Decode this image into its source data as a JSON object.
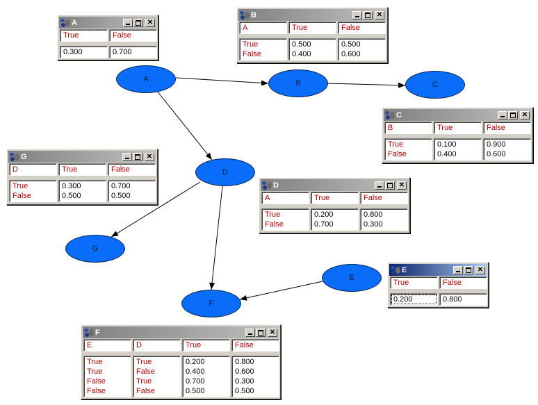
{
  "nodes": [
    {
      "id": "A",
      "label": "A"
    },
    {
      "id": "B",
      "label": "B"
    },
    {
      "id": "C",
      "label": "C"
    },
    {
      "id": "D",
      "label": "D"
    },
    {
      "id": "G",
      "label": "G"
    },
    {
      "id": "E",
      "label": "E"
    },
    {
      "id": "F",
      "label": "F"
    }
  ],
  "edges": [
    {
      "from": "A",
      "to": "B"
    },
    {
      "from": "B",
      "to": "C"
    },
    {
      "from": "A",
      "to": "D"
    },
    {
      "from": "D",
      "to": "G"
    },
    {
      "from": "D",
      "to": "F"
    },
    {
      "from": "E",
      "to": "F"
    }
  ],
  "tables": {
    "A": {
      "title": "A",
      "header": [
        "True",
        "False"
      ],
      "values": [
        "0.300",
        "0.700"
      ]
    },
    "B": {
      "title": "B",
      "header": [
        "A",
        "True",
        "False"
      ],
      "rows": [
        "True\nFalse",
        "0.500\n0.400",
        "0.500\n0.600"
      ]
    },
    "C": {
      "title": "C",
      "header": [
        "B",
        "True",
        "False"
      ],
      "rows": [
        "True\nFalse",
        "0.100\n0.400",
        "0.900\n0.600"
      ]
    },
    "G": {
      "title": "G",
      "header": [
        "D",
        "True",
        "False"
      ],
      "rows": [
        "True\nFalse",
        "0.300\n0.500",
        "0.700\n0.500"
      ]
    },
    "D": {
      "title": "D",
      "header": [
        "A",
        "True",
        "False"
      ],
      "rows": [
        "True\nFalse",
        "0.200\n0.700",
        "0.800\n0.300"
      ]
    },
    "E": {
      "title": "E",
      "header": [
        "True",
        "False"
      ],
      "values": [
        "0.200",
        "0.800"
      ]
    },
    "F": {
      "title": "F",
      "header": [
        "E",
        "D",
        "True",
        "False"
      ],
      "rows": [
        "True\nTrue\nFalse\nFalse",
        "True\nFalse\nTrue\nFalse",
        "0.200\n0.400\n0.700\n0.500",
        "0.800\n0.600\n0.300\n0.500"
      ]
    }
  },
  "colors": {
    "node_fill": "#0a6dfa",
    "label_red": "#b00000",
    "title_inactive": "#808080",
    "title_active": "#0a246a"
  },
  "window_buttons": {
    "close": "✕"
  }
}
